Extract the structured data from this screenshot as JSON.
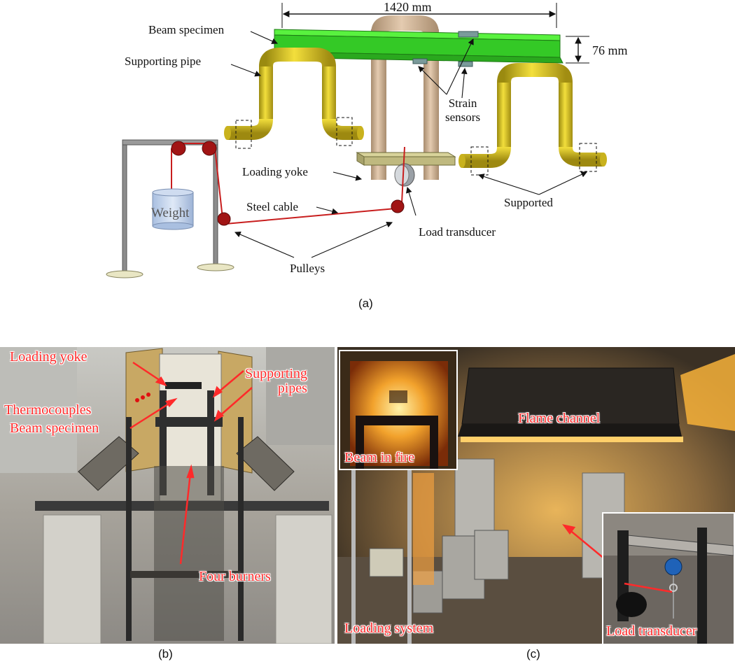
{
  "panel_a": {
    "caption": "(a)",
    "span_dimension": "1420 mm",
    "depth_dimension": "76 mm",
    "labels": {
      "beam_specimen": "Beam specimen",
      "supporting_pipe": "Supporting pipe",
      "strain_sensors": "Strain\nsensors",
      "loading_yoke": "Loading yoke",
      "weight": "Weight",
      "steel_cable": "Steel cable",
      "load_transducer": "Load transducer",
      "pulleys": "Pulleys",
      "supported": "Supported"
    }
  },
  "panel_b": {
    "caption": "(b)",
    "labels": {
      "loading_yoke": "Loading yoke",
      "supporting_pipes": "Supporting\npipes",
      "thermocouples": "Thermocouples",
      "beam_specimen": "Beam specimen",
      "four_burners": "Four burners"
    }
  },
  "panel_c": {
    "caption": "(c)",
    "labels": {
      "beam_in_fire": "Beam in fire",
      "flame_channel": "Flame channel",
      "loading_system": "Loading system",
      "load_transducer": "Load transducer"
    }
  },
  "colors": {
    "beam": "#3bdc2c",
    "pipe": "#d9c21f",
    "yoke_pipe": "#cfae8c",
    "cable": "#c81e1e",
    "label_red": "#ff2a2a"
  }
}
